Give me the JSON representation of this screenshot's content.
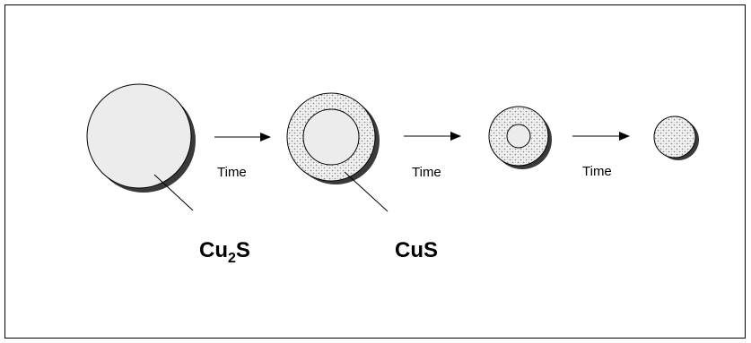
{
  "diagram": {
    "arrow_labels": [
      "Time",
      "Time",
      "Time"
    ],
    "labels": {
      "cu2s": {
        "base": "Cu",
        "subscript": "2",
        "suffix": "S"
      },
      "cus": "CuS"
    },
    "colors": {
      "core_fill": "#ececec",
      "shadow": "#3a3a3a",
      "stroke": "#000000",
      "shell_pattern_bg": "#f4f4f4",
      "shell_pattern_dots": "#8a8a8a"
    }
  }
}
